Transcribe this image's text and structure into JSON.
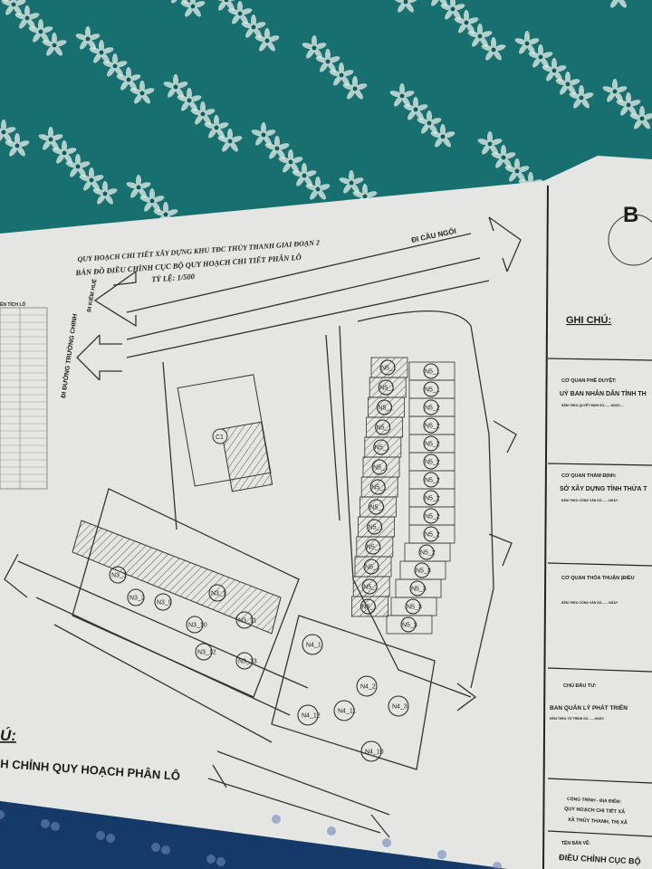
{
  "colors": {
    "fabric": "#17706f",
    "fabric_dark": "#0f5a5c",
    "flower": "#e8efe9",
    "paper": "#e6e7e4",
    "ink": "#222222"
  },
  "title": {
    "line1": "QUY HOẠCH CHI TIẾT XÂY DỰNG KHU TĐC THỦY THANH GIAI ĐOẠN 2",
    "line2": "BẢN ĐỒ ĐIỀU CHỈNH CỤC BỘ QUY HOẠCH CHI TIẾT PHÂN LÔ",
    "scale": "TỶ LỆ: 1/500"
  },
  "directions": {
    "north_east": "ĐI CẦU NGÓI",
    "west_top": "ĐI KIỂM HUỆ",
    "west": "ĐI ĐƯỜNG TRƯỜNG CHINH"
  },
  "lot_table": {
    "title": "ÊN TÍCH LÔ"
  },
  "legend": {
    "heading": "Ú:",
    "item": "H CHỈNH QUY HOẠCH PHÂN LÔ"
  },
  "lots": {
    "center": "C1",
    "n5_left": [
      "N5_1",
      "N5_1",
      "N5_1",
      "N5_1",
      "N5_1",
      "N5_1",
      "N5_1",
      "N5_1",
      "N5_1",
      "N5_1",
      "N5_1",
      "N5_1",
      "N5_1"
    ],
    "n5_right": [
      "N5_1",
      "N5_1",
      "N5_2",
      "N5_2",
      "N5_2",
      "N5_2",
      "N5_2",
      "N5_2",
      "N5_2",
      "N5_2",
      "N5_2",
      "N5_3",
      "N5_3",
      "N5_3",
      "N5_3"
    ],
    "n4": [
      "N4_1",
      "N4_2",
      "N4_3",
      "N4_12",
      "N4_11",
      "N4_10"
    ],
    "n3": [
      "N3_1",
      "N3_2",
      "N3_3",
      "N3_11",
      "N3_12",
      "N3_13",
      "N3_10",
      "N3_9"
    ]
  },
  "panel": {
    "sheet": "B",
    "notes": "GHI CHÚ:",
    "approval_label": "CƠ QUAN PHÊ DUYỆT:",
    "approval_value": "UỶ BAN NHÂN DÂN TỈNH TH",
    "approval_sub": "KÈM THEO QUYẾT ĐỊNH SỐ........NGÀY....",
    "appraisal_label": "CƠ QUAN THẨM ĐỊNH:",
    "appraisal_value": "SỞ XÂY DỰNG TỈNH THỪA T",
    "appraisal_sub": "KÈM THEO CÔNG VĂN SỐ........NGÀY",
    "agreement_label": "CƠ QUAN THỎA THUẬN (ĐIỀU",
    "agreement_sub": "KÈM THEO CÔNG VĂN SỐ........NGÀY",
    "investor_label": "CHỦ ĐẦU TƯ:",
    "investor_value": "BAN QUẢN LÝ PHÁT TRIỂN",
    "investor_sub": "KÈM THEO TỜ TRÌNH SỐ........NGÀY",
    "project_label": "CÔNG TRÌNH - ĐỊA ĐIỂM:",
    "project_line1": "QUY HOẠCH CHI TIẾT XÂ",
    "project_line2": "XÃ THỦY THANH, THỊ XÃ",
    "drawing_label": "TÊN BẢN VẼ:",
    "drawing_value": "ĐIỀU CHỈNH CỤC BỘ"
  }
}
